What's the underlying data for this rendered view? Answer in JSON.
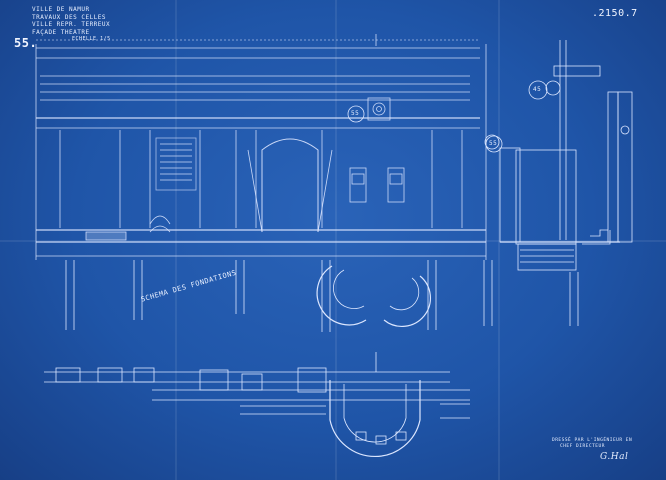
{
  "sheet": {
    "number": "55.",
    "reference": ".2150.7",
    "title_lines": [
      "VILLE DE NAMUR",
      "TRAVAUX DES CELLES",
      "VILLE REPR. TERREUX",
      "FAÇADE THEATRE",
      "ECHELLE 1/5"
    ],
    "schema_label": "SCHEMA DES FONDATIONS",
    "detail_labels": [
      "55",
      "45",
      "55"
    ],
    "approval_lines": [
      "DRESSÉ PAR L'INGÉNIEUR EN",
      "CHEF DIRECTEUR"
    ],
    "signature": "G.Hal"
  },
  "colors": {
    "paper": "#1f55a8",
    "ink": "#e6eeff"
  }
}
